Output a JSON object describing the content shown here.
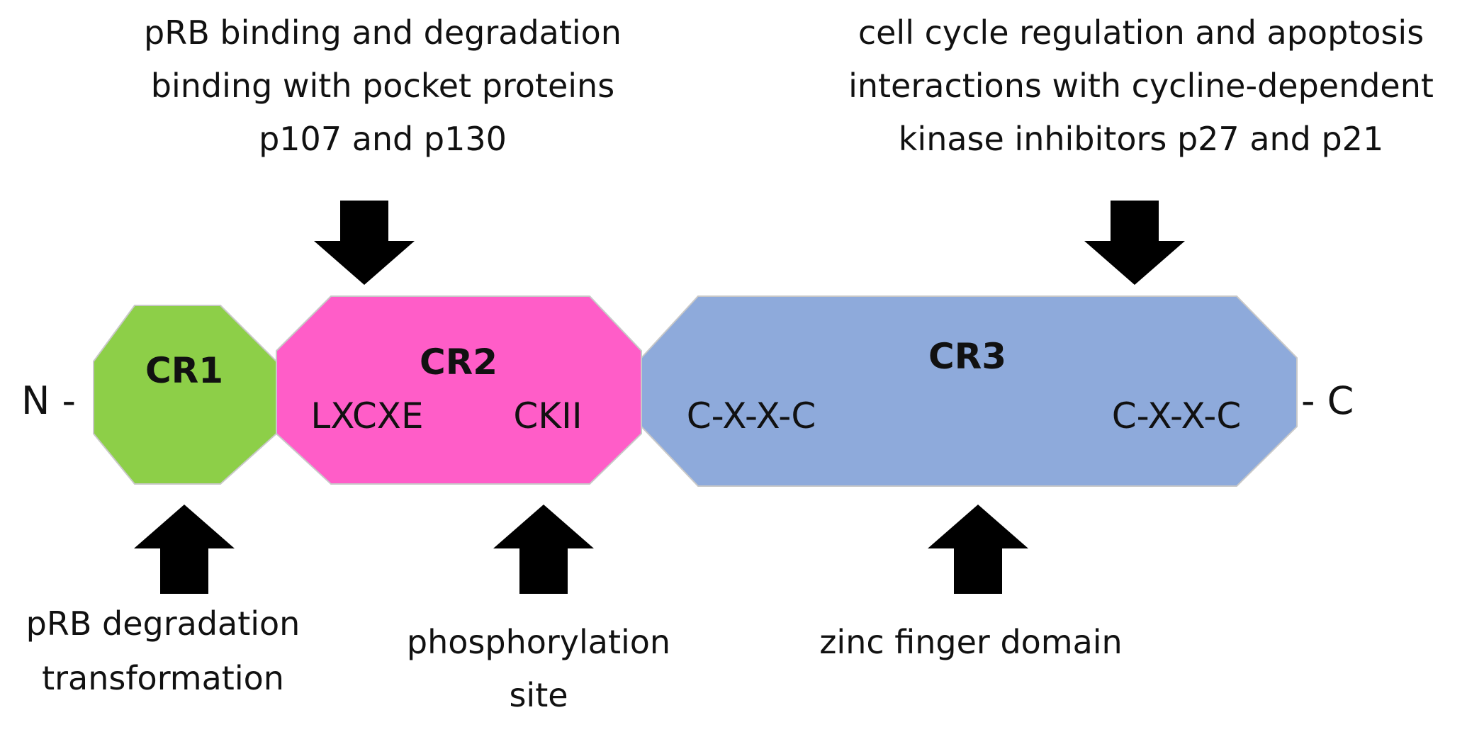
{
  "domains": [
    {
      "id": "cr1",
      "title": "CR1",
      "color": "#8dcf48",
      "motifs": []
    },
    {
      "id": "cr2",
      "title": "CR2",
      "color": "#ff5dc8",
      "motifs": [
        "LXCXE",
        "CKII"
      ]
    },
    {
      "id": "cr3",
      "title": "CR3",
      "color": "#8eaadb",
      "motifs": [
        "C-X-X-C",
        "C-X-X-C"
      ]
    }
  ],
  "terminals": {
    "n": "N -",
    "c": "- C"
  },
  "annotations": {
    "top_cr2": [
      "pRB binding and degradation",
      "binding with pocket proteins",
      "p107 and p130"
    ],
    "top_cr3": [
      "cell cycle regulation and apoptosis",
      "interactions with cycline-dependent",
      "kinase inhibitors p27 and p21"
    ],
    "bottom_cr1": [
      "pRB degradation",
      "transformation"
    ],
    "bottom_cr2": [
      "phosphorylation",
      "site"
    ],
    "bottom_cr3": [
      "zinc finger domain"
    ]
  }
}
